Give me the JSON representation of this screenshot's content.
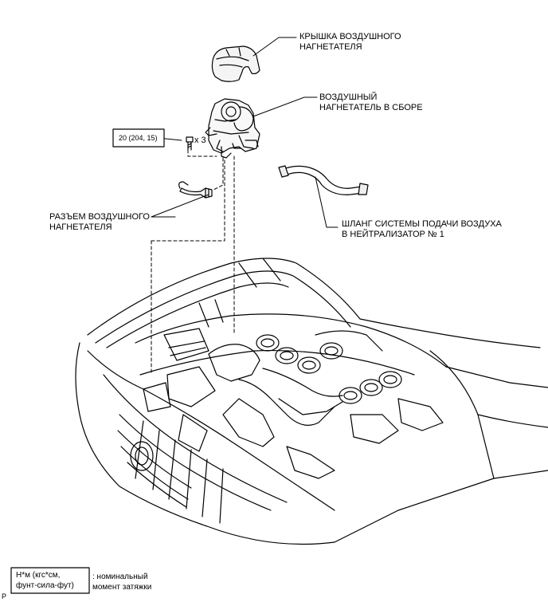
{
  "callouts": {
    "cover_line1": "КРЫШКА ВОЗДУШНОГО",
    "cover_line2": "НАГНЕТАТЕЛЯ",
    "pump_line1": "ВОЗДУШНЫЙ",
    "pump_line2": "НАГНЕТАТЕЛЬ В СБОРЕ",
    "connector_line1": "РАЗЪЕМ ВОЗДУШНОГО",
    "connector_line2": "НАГНЕТАТЕЛЯ",
    "hose_line1": "ШЛАНГ СИСТЕМЫ ПОДАЧИ ВОЗДУХА",
    "hose_line2": "В НЕЙТРАЛИЗАТОР № 1"
  },
  "torque": {
    "value": "20 (204, 15)",
    "quantity": "x 3"
  },
  "legend": {
    "units_line1": "Н*м (кгс*см,",
    "units_line2": "фунт-сила-фут)",
    "desc_line1": ": номинальный",
    "desc_line2": "момент затяжки"
  },
  "corner_mark": "P"
}
